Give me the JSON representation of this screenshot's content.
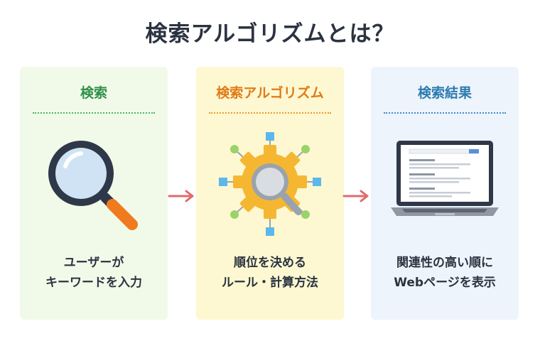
{
  "title": "検索アルゴリズムとは？",
  "steps": [
    {
      "heading": "検索",
      "desc_lines": [
        "ユーザーが",
        "キーワードを入力"
      ],
      "icon": "magnifying-glass-icon"
    },
    {
      "heading": "検索アルゴリズム",
      "desc_lines": [
        "順位を決める",
        "ルール・計算方法"
      ],
      "icon": "gear-magnifier-icon"
    },
    {
      "heading": "検索結果",
      "desc_lines": [
        "関連性の高い順に",
        "Webページを表示"
      ],
      "icon": "laptop-results-icon"
    }
  ],
  "colors": {
    "title": "#2b3340",
    "green_heading": "#2f8f4a",
    "orange_heading": "#e07b16",
    "blue_heading": "#2c7bb0",
    "green_panel": "#f1fae8",
    "yellow_panel": "#fdf8d1",
    "blue_panel": "#eef4fc",
    "arrow": "#e06b6b"
  }
}
